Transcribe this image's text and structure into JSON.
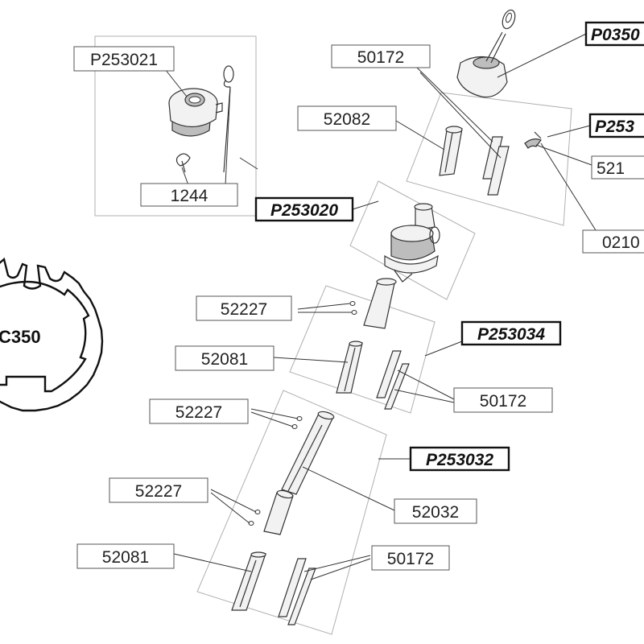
{
  "labels": {
    "p253021": "P253021",
    "n1244": "1244",
    "p253020": "P253020",
    "p0350": "P0350",
    "n50172_top": "50172",
    "n52082": "52082",
    "p253_partial": "P253",
    "n521_partial": "521",
    "n0210_partial": "0210",
    "n52227_a": "52227",
    "n52081_a": "52081",
    "p253034": "P253034",
    "n50172_mid": "50172",
    "n52227_b": "52227",
    "p253032": "P253032",
    "n52227_c": "52227",
    "n52032": "52032",
    "n52081_b": "52081",
    "n50172_bot": "50172"
  },
  "profile_name": "C350",
  "colors": {
    "line": "#333333",
    "bold_border": "#111111",
    "group_border": "#b0b0b0"
  }
}
